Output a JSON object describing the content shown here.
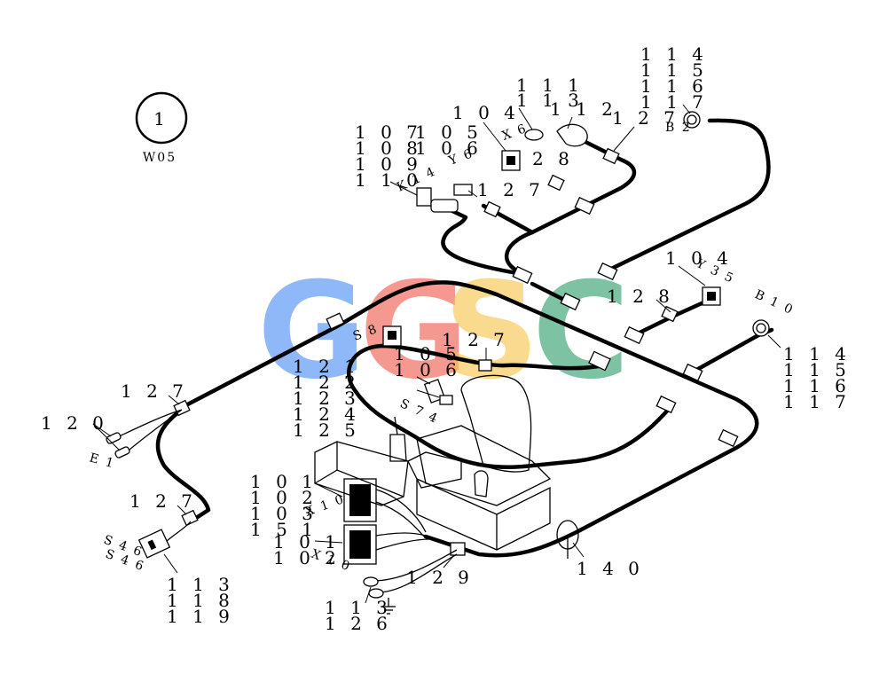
{
  "badge": {
    "number": "1",
    "code": "W05"
  },
  "labels": [
    {
      "id": "114a",
      "text": "1 1 4"
    },
    {
      "id": "115a",
      "text": "1 1 5"
    },
    {
      "id": "116a",
      "text": "1 1 6"
    },
    {
      "id": "117a",
      "text": "1 1 7"
    },
    {
      "id": "111",
      "text": "1 1 1"
    },
    {
      "id": "113top",
      "text": "1 1 3"
    },
    {
      "id": "112",
      "text": "1 1 2"
    },
    {
      "id": "127tr",
      "text": "1 2 7"
    },
    {
      "id": "104a",
      "text": "1 0 4"
    },
    {
      "id": "107",
      "text": "1 0 7"
    },
    {
      "id": "105a",
      "text": "1 0 5"
    },
    {
      "id": "108",
      "text": "1 0 8"
    },
    {
      "id": "106a",
      "text": "1 0 6"
    },
    {
      "id": "109",
      "text": "1 0 9"
    },
    {
      "id": "110",
      "text": "1 1 0"
    },
    {
      "id": "128a",
      "text": "2 8"
    },
    {
      "id": "127mid",
      "text": "1 2 7"
    },
    {
      "id": "104b",
      "text": "1 0 4"
    },
    {
      "id": "128b",
      "text": "1 2 8"
    },
    {
      "id": "114b",
      "text": "1 1 4"
    },
    {
      "id": "115b",
      "text": "1 1 5"
    },
    {
      "id": "116b",
      "text": "1 1 6"
    },
    {
      "id": "117b",
      "text": "1 1 7"
    },
    {
      "id": "127seat",
      "text": "1 2 7"
    },
    {
      "id": "105b",
      "text": "1 0 5"
    },
    {
      "id": "106b",
      "text": "1 0 6"
    },
    {
      "id": "121",
      "text": "1 2 1"
    },
    {
      "id": "122",
      "text": "1 2 2"
    },
    {
      "id": "123",
      "text": "1 2 3"
    },
    {
      "id": "124",
      "text": "1 2 4"
    },
    {
      "id": "125",
      "text": "1 2 5"
    },
    {
      "id": "127left",
      "text": "1 2 7"
    },
    {
      "id": "120",
      "text": "1 2 0"
    },
    {
      "id": "127low",
      "text": "1 2 7"
    },
    {
      "id": "101a",
      "text": "1 0 1"
    },
    {
      "id": "102a",
      "text": "1 0 2"
    },
    {
      "id": "103",
      "text": "1 0 3"
    },
    {
      "id": "151",
      "text": "1 5 1"
    },
    {
      "id": "101b",
      "text": "1 0 1"
    },
    {
      "id": "102b",
      "text": "1 0 2"
    },
    {
      "id": "113low",
      "text": "1 1 3"
    },
    {
      "id": "118",
      "text": "1 1 8"
    },
    {
      "id": "119",
      "text": "1 1 9"
    },
    {
      "id": "129",
      "text": "1 2 9"
    },
    {
      "id": "113ground",
      "text": "1 1 3"
    },
    {
      "id": "126",
      "text": "1 2 6"
    },
    {
      "id": "140",
      "text": "1 4 0"
    }
  ],
  "small_codes": [
    {
      "id": "b2",
      "text": "B 2"
    },
    {
      "id": "x6",
      "text": "X 6"
    },
    {
      "id": "y6",
      "text": "Y 6"
    },
    {
      "id": "k14",
      "text": "K 1 4"
    },
    {
      "id": "y35",
      "text": "Y 3 5"
    },
    {
      "id": "b10",
      "text": "B 1 0"
    },
    {
      "id": "s8",
      "text": "S 8"
    },
    {
      "id": "s74",
      "text": "S 7 4"
    },
    {
      "id": "e1",
      "text": "E 1"
    },
    {
      "id": "x10",
      "text": "X 1 0"
    },
    {
      "id": "x10b",
      "text": "X 1 0"
    },
    {
      "id": "s46a",
      "text": "S 4 6"
    },
    {
      "id": "s46b",
      "text": "S 4 6"
    }
  ],
  "watermark": {
    "text": "GSC",
    "colors": [
      "#4a8df5",
      "#ef5a4b",
      "#f6c54a",
      "#2e9f6b"
    ]
  }
}
